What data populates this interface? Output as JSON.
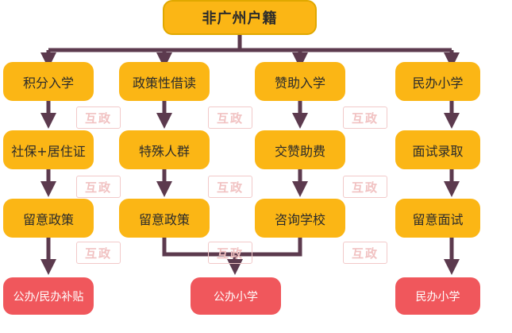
{
  "colors": {
    "node_fill": "#fbb615",
    "result_fill": "#f0575c",
    "connector": "#5c3a4e",
    "watermark": "#f1c2c2"
  },
  "diagram": {
    "top": "非广州户籍",
    "branches": [
      {
        "title": "积分入学",
        "step": "社保+居住证",
        "policy": "留意政策"
      },
      {
        "title": "政策性借读",
        "step": "特殊人群",
        "policy": "留意政策"
      },
      {
        "title": "赞助入学",
        "step": "交赞助费",
        "policy": "咨询学校"
      },
      {
        "title": "民办小学",
        "step": "面试录取",
        "policy": "留意面试"
      }
    ],
    "results": [
      "公办/民办补贴",
      "公办小学",
      "民办小学"
    ]
  },
  "watermark": {
    "text": "互政"
  }
}
